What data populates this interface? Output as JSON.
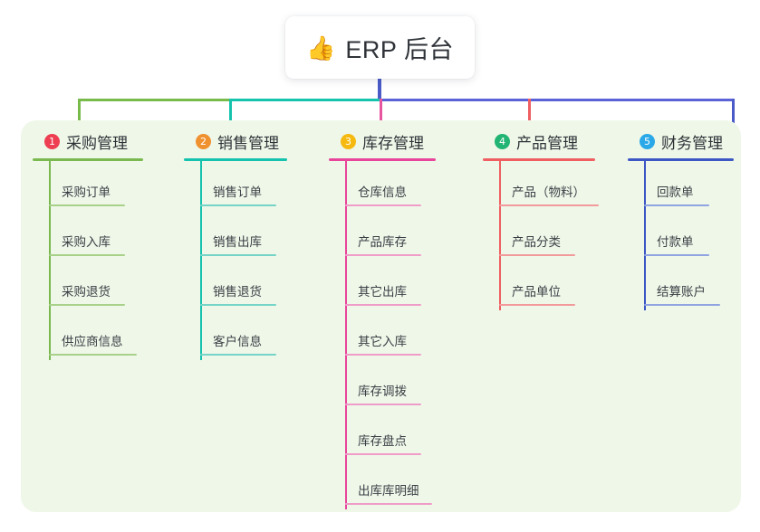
{
  "root": {
    "icon": "thumbs-up-icon",
    "icon_glyph": "👍",
    "title": "ERP 后台"
  },
  "canvas": {
    "panel_bg": "#eff7e9",
    "page_bg": "#ffffff",
    "stem_color": "#4a5bc8"
  },
  "connectors": {
    "trunk_color": "#4a5bc8",
    "segments": [
      {
        "name": "segment-green",
        "color": "#79bb4b"
      },
      {
        "name": "segment-teal",
        "color": "#16c4ae"
      },
      {
        "name": "segment-blue",
        "color": "#5a63d6"
      }
    ],
    "drops": [
      {
        "name": "drop-purchase",
        "color": "#79bb4b"
      },
      {
        "name": "drop-sales",
        "color": "#16c4ae"
      },
      {
        "name": "drop-inventory",
        "color": "#e8559f"
      },
      {
        "name": "drop-product",
        "color": "#ef5f62"
      },
      {
        "name": "drop-finance",
        "color": "#4a5bc8"
      }
    ]
  },
  "columns": [
    {
      "id": "purchase",
      "number": "1",
      "badge_color": "#ee3f52",
      "line_color": "#7ab94f",
      "leaf_line_color": "#a8d189",
      "title": "采购管理",
      "rule_width": 122,
      "items": [
        {
          "label": "采购订单",
          "rule_width": 84
        },
        {
          "label": "采购入库",
          "rule_width": 84
        },
        {
          "label": "采购退货",
          "rule_width": 84
        },
        {
          "label": "供应商信息",
          "rule_width": 97
        }
      ]
    },
    {
      "id": "sales",
      "number": "2",
      "badge_color": "#f0912f",
      "line_color": "#14c2ae",
      "leaf_line_color": "#74d4c7",
      "title": "销售管理",
      "rule_width": 114,
      "items": [
        {
          "label": "销售订单",
          "rule_width": 84
        },
        {
          "label": "销售出库",
          "rule_width": 84
        },
        {
          "label": "销售退货",
          "rule_width": 84
        },
        {
          "label": "客户信息",
          "rule_width": 84
        }
      ]
    },
    {
      "id": "inventory",
      "number": "3",
      "badge_color": "#f5b90f",
      "line_color": "#e8459a",
      "leaf_line_color": "#f09cc8",
      "title": "库存管理",
      "rule_width": 118,
      "items": [
        {
          "label": "仓库信息",
          "rule_width": 84
        },
        {
          "label": "产品库存",
          "rule_width": 84
        },
        {
          "label": "其它出库",
          "rule_width": 84
        },
        {
          "label": "其它入库",
          "rule_width": 84
        },
        {
          "label": "库存调拨",
          "rule_width": 84
        },
        {
          "label": "库存盘点",
          "rule_width": 84
        },
        {
          "label": "出库库明细",
          "rule_width": 96
        }
      ]
    },
    {
      "id": "product",
      "number": "4",
      "badge_color": "#22b473",
      "line_color": "#ef5f62",
      "leaf_line_color": "#f29a9b",
      "title": "产品管理",
      "rule_width": 124,
      "items": [
        {
          "label": "产品（物料）",
          "rule_width": 110
        },
        {
          "label": "产品分类",
          "rule_width": 84
        },
        {
          "label": "产品单位",
          "rule_width": 84
        }
      ]
    },
    {
      "id": "finance",
      "number": "5",
      "badge_color": "#2aa8e8",
      "line_color": "#3c56c4",
      "leaf_line_color": "#8fa4e0",
      "title": "财务管理",
      "rule_width": 117,
      "items": [
        {
          "label": "回款单",
          "rule_width": 72
        },
        {
          "label": "付款单",
          "rule_width": 72
        },
        {
          "label": "结算账户",
          "rule_width": 84
        }
      ]
    }
  ]
}
